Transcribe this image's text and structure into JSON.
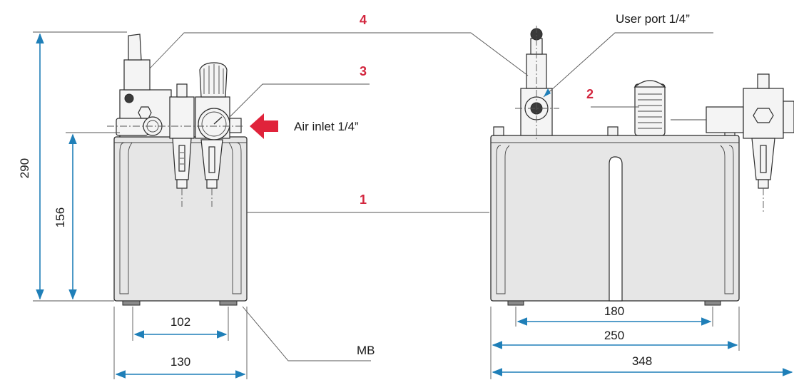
{
  "colors": {
    "dimension": "#1f7fb8",
    "callout": "#d3263e",
    "arrow": "#e0233b",
    "line": "#2b2b2b",
    "fill": "#e6e6e6"
  },
  "callouts": {
    "one": "1",
    "two": "2",
    "three": "3",
    "four": "4"
  },
  "labels": {
    "air_inlet": "Air inlet 1/4”",
    "user_port": "User port 1/4”",
    "mb": "MB"
  },
  "dimensions": {
    "height_total": "290",
    "height_tank": "156",
    "feet_spacing_side": "102",
    "width_side": "130",
    "feet_spacing_front": "180",
    "width_tank": "250",
    "width_total": "348"
  }
}
